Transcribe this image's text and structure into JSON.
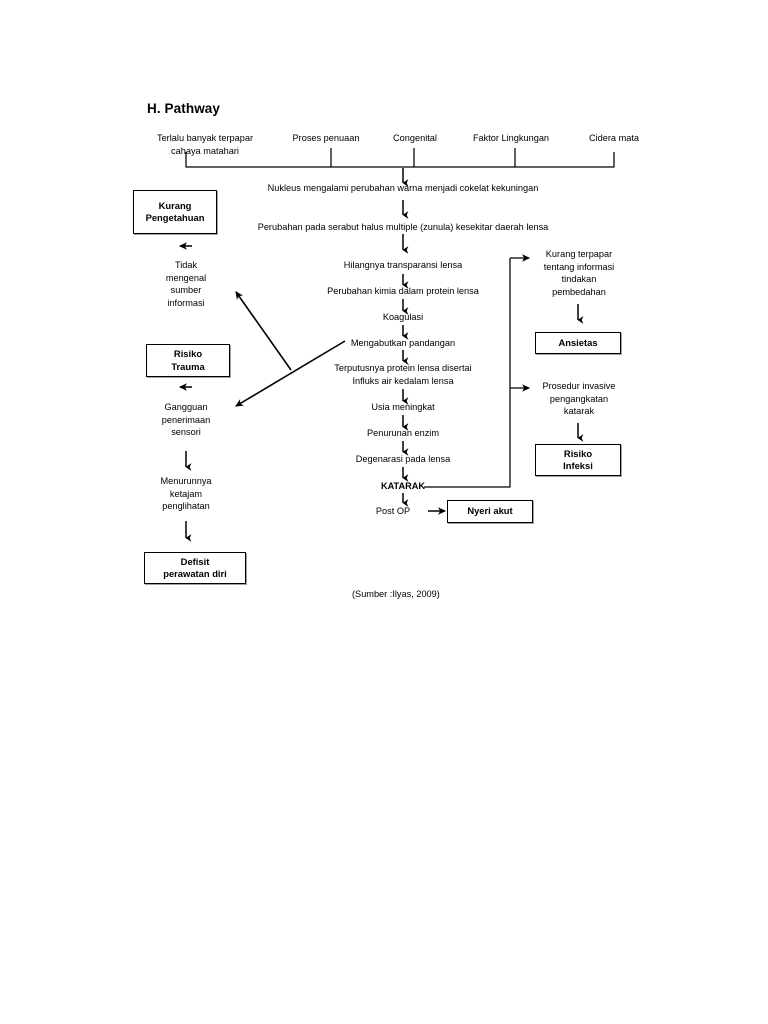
{
  "page": {
    "title": "H. Pathway",
    "source_note": "(Sumber :Ilyas, 2009)"
  },
  "causes": {
    "items": [
      {
        "label": "Terlalu banyak terpapar\ncahaya matahari"
      },
      {
        "label": "Proses penuaan"
      },
      {
        "label": "Congenital"
      },
      {
        "label": "Faktor Lingkungan"
      },
      {
        "label": "Cidera mata"
      }
    ]
  },
  "center_chain": {
    "steps": [
      {
        "label": "Nukleus mengalami perubahan warna menjadi cokelat kekuningan"
      },
      {
        "label": "Perubahan pada serabut halus multiple (zunula) kesekitar daerah lensa"
      },
      {
        "label": "Hilangnya transparansi lensa"
      },
      {
        "label": "Perubahan kimia dalam protein lensa"
      },
      {
        "label": "Koagulasi"
      },
      {
        "label": "Mengabutkan pandangan"
      },
      {
        "label": "Terputusnya protein lensa disertai\nInfluks air kedalam lensa"
      },
      {
        "label": "Usia meningkat"
      },
      {
        "label": "Penurunan enzim"
      },
      {
        "label": "Degenarasi pada lensa"
      },
      {
        "label": "KATARAK"
      },
      {
        "label": "Post OP"
      }
    ]
  },
  "left_branch": {
    "box_kurang_pengetahuan": "Kurang\nPengetahuan",
    "text_tidak_mengenal": "Tidak\nmengenal\nsumber\ninformasi",
    "box_risiko_trauma": "Risiko\nTrauma",
    "text_gangguan": "Gangguan\npenerimaan\nsensori",
    "text_menurunnya": "Menurunnya\nketajam\npenglihatan",
    "box_defisit": "Defisit\nperawatan diri"
  },
  "right_branch": {
    "text_kurang_terpapar": "Kurang terpapar\ntentang informasi\ntindakan\npembedahan",
    "box_ansietas": "Ansietas",
    "text_prosedur": "Prosedur invasive\npengangkatan\nkatarak",
    "box_risiko_infeksi": "Risiko\nInfeksi"
  },
  "outcome": {
    "box_nyeri_akut": "Nyeri akut"
  },
  "colors": {
    "ink": "#000000",
    "paper": "#ffffff"
  }
}
